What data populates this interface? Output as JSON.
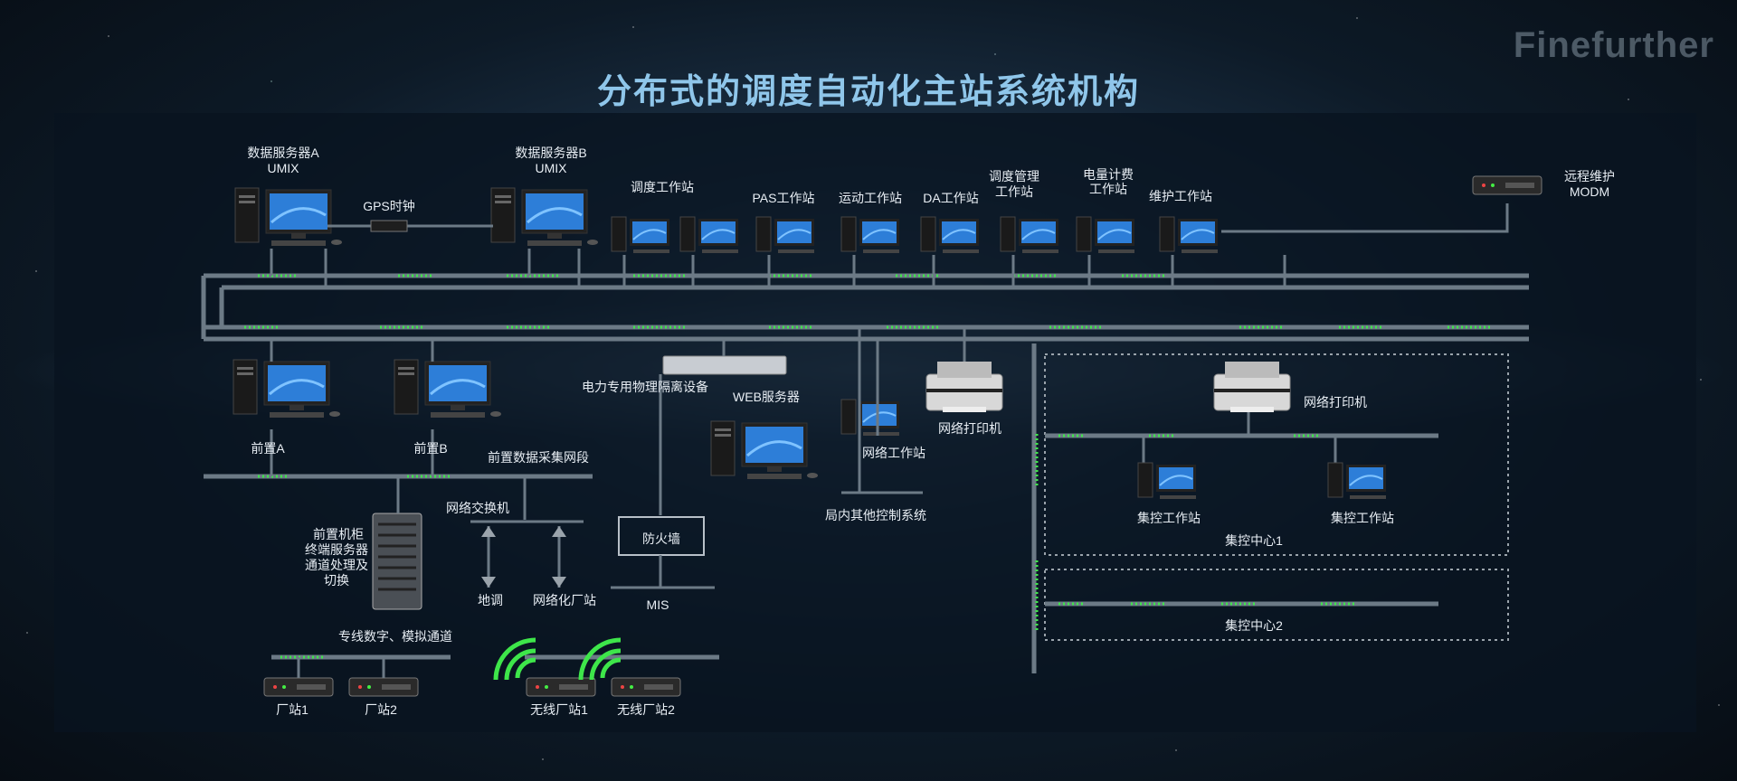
{
  "title": "分布式的调度自动化主站系统机构",
  "logo_text": "Finefurther",
  "labels": {
    "server_a_1": "数据服务器A",
    "server_a_2": "UMIX",
    "server_b_1": "数据服务器B",
    "server_b_2": "UMIX",
    "gps": "GPS时钟",
    "dispatch_ws": "调度工作站",
    "pas_ws": "PAS工作站",
    "motion_ws": "运动工作站",
    "da_ws": "DA工作站",
    "mgmt_ws_1": "调度管理",
    "mgmt_ws_2": "工作站",
    "meter_ws_1": "电量计费",
    "meter_ws_2": "工作站",
    "maint_ws": "维护工作站",
    "remote_1": "远程维护",
    "remote_2": "MODM",
    "front_a": "前置A",
    "front_b": "前置B",
    "isolation": "电力专用物理隔离设备",
    "web_server": "WEB服务器",
    "net_ws": "网络工作站",
    "net_printer_1": "网络打印机",
    "net_printer_2": "网络打印机",
    "front_net": "前置数据采集网段",
    "switch": "网络交换机",
    "local_ctrl": "局内其他控制系统",
    "cabinet_1": "前置机柜",
    "cabinet_2": "终端服务器",
    "cabinet_3": "通道处理及",
    "cabinet_4": "切换",
    "firewall": "防火墙",
    "ditiao": "地调",
    "net_plant": "网络化厂站",
    "mis": "MIS",
    "dedicated": "专线数字、模拟通道",
    "plant1": "厂站1",
    "plant2": "厂站2",
    "wplant1": "无线厂站1",
    "wplant2": "无线厂站2",
    "center_ws_1": "集控工作站",
    "center_ws_2": "集控工作站",
    "center1": "集控中心1",
    "center2": "集控中心2"
  },
  "colors": {
    "title": "#8fc6ea",
    "bus": "#6c7a86",
    "signal": "#3ee64a",
    "label": "#e8eef4"
  },
  "icons": {
    "workstation": "desktop-computer-icon",
    "printer": "printer-icon",
    "rack": "server-rack-icon",
    "router": "router-icon",
    "wireless": "wireless-signal-icon"
  }
}
